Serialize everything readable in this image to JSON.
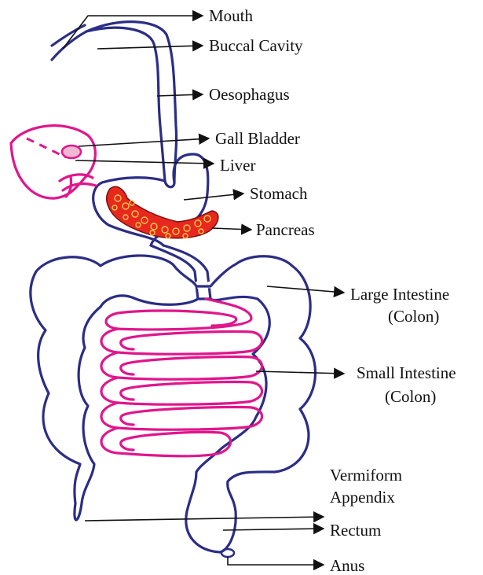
{
  "labels": {
    "mouth": "Mouth",
    "buccal_cavity": "Buccal Cavity",
    "oesophagus": "Oesophagus",
    "gall_bladder": "Gall Bladder",
    "liver": "Liver",
    "stomach": "Stomach",
    "pancreas": "Pancreas",
    "large_intestine": "Large Intestine",
    "large_intestine_alt": "(Colon)",
    "small_intestine": "Small Intestine",
    "small_intestine_alt": "(Colon)",
    "vermiform": "Vermiform",
    "appendix": "Appendix",
    "rectum": "Rectum",
    "anus": "Anus"
  },
  "colors": {
    "tract_outline": "#2b2d86",
    "accessory_organs": "#e0168c",
    "pancreas_fill": "#e8281e",
    "pancreas_spots": "#f7c948",
    "arrows": "#111111"
  }
}
